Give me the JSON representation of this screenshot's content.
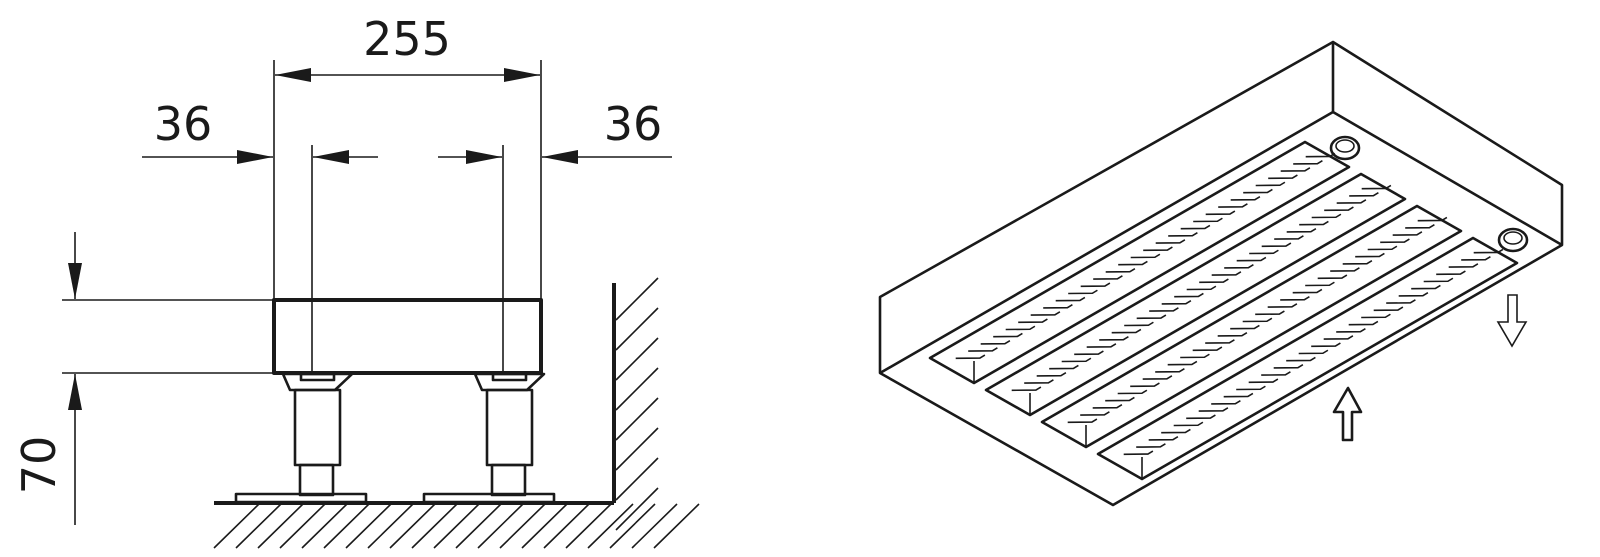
{
  "dimensions": {
    "width_total": "255",
    "offset_left": "36",
    "offset_right": "36",
    "floor_clearance": "70"
  },
  "colors": {
    "line": "#1a1a1a",
    "background": "#ffffff"
  },
  "isometric": {
    "grille_slots": 4,
    "fins_per_slot": 30
  }
}
